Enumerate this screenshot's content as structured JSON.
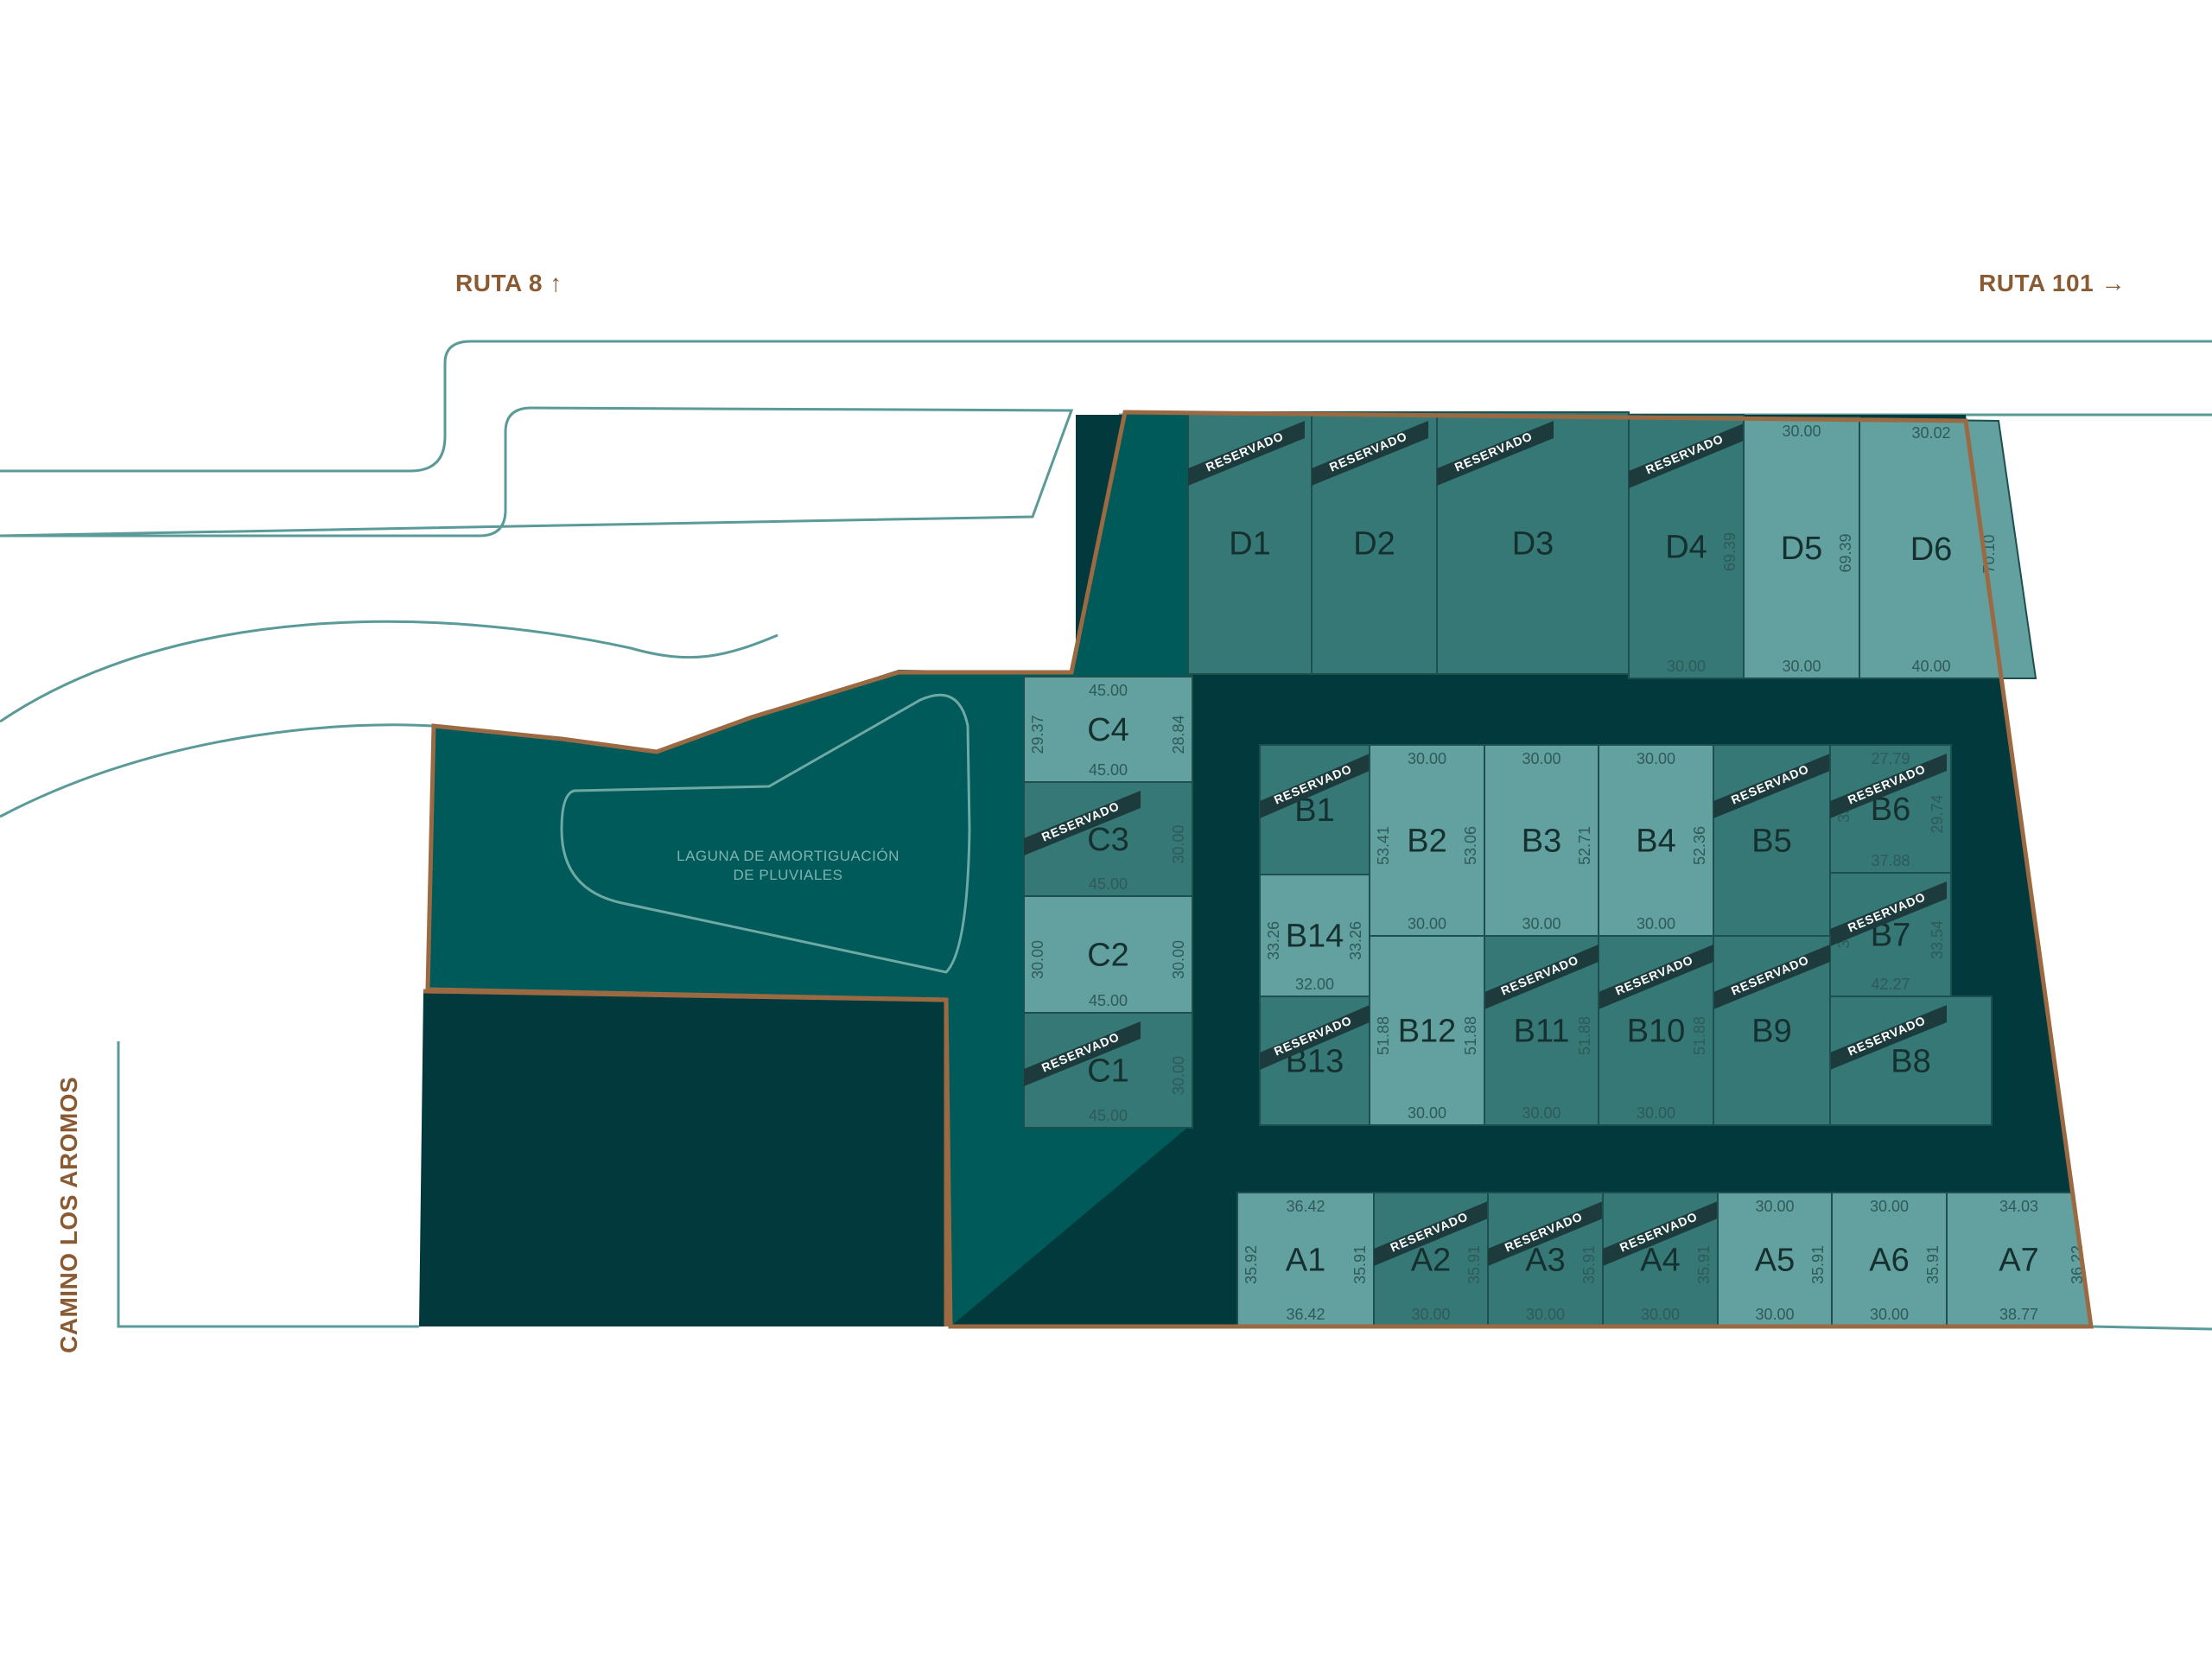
{
  "roads": {
    "ruta8": "RUTA 8",
    "ruta8_arrow": "↑",
    "ruta101": "RUTA 101",
    "ruta101_arrow": "→",
    "camino": "CAMINO LOS AROMOS"
  },
  "lagoon": {
    "line1": "LAGUNA DE AMORTIGUACIÓN",
    "line2": "DE PLUVIALES"
  },
  "reserved_label": "RESERVADO",
  "colors": {
    "available": "#62a19f",
    "reserved": "#357876",
    "common_area": "#005a5a",
    "street": "#02393d",
    "border": "#9b6a42",
    "road_line": "#5a9a98"
  },
  "lots": [
    {
      "id": "D1",
      "reserved": true,
      "dims": [
        "",
        "",
        "",
        ""
      ]
    },
    {
      "id": "D2",
      "reserved": true,
      "dims": [
        "",
        "",
        "",
        ""
      ]
    },
    {
      "id": "D3",
      "reserved": true,
      "dims": [
        "",
        "",
        "",
        ""
      ]
    },
    {
      "id": "D4",
      "reserved": true,
      "dims": [
        "",
        "30.00",
        "",
        "69.39"
      ]
    },
    {
      "id": "D5",
      "reserved": false,
      "dims": [
        "30.00",
        "30.00",
        "",
        "69.39"
      ]
    },
    {
      "id": "D6",
      "reserved": false,
      "dims": [
        "30.02",
        "40.00",
        "",
        "70.10"
      ]
    },
    {
      "id": "C4",
      "reserved": false,
      "dims": [
        "45.00",
        "45.00",
        "29.37",
        "28.84"
      ]
    },
    {
      "id": "C3",
      "reserved": true,
      "dims": [
        "",
        "45.00",
        "",
        "30.00"
      ]
    },
    {
      "id": "C2",
      "reserved": false,
      "dims": [
        "",
        "45.00",
        "30.00",
        "30.00"
      ]
    },
    {
      "id": "C1",
      "reserved": true,
      "dims": [
        "",
        "45.00",
        "",
        "30.00"
      ]
    },
    {
      "id": "B1",
      "reserved": true,
      "dims": [
        "",
        "",
        "",
        ""
      ]
    },
    {
      "id": "B2",
      "reserved": false,
      "dims": [
        "30.00",
        "30.00",
        "53.41",
        "53.06"
      ]
    },
    {
      "id": "B3",
      "reserved": false,
      "dims": [
        "30.00",
        "30.00",
        "",
        "52.71"
      ]
    },
    {
      "id": "B4",
      "reserved": false,
      "dims": [
        "30.00",
        "30.00",
        "",
        "52.36"
      ]
    },
    {
      "id": "B5",
      "reserved": true,
      "dims": [
        "",
        "",
        "",
        ""
      ]
    },
    {
      "id": "B6",
      "reserved": true,
      "dims": [
        "27.79",
        "37.88",
        "35",
        "29.74"
      ]
    },
    {
      "id": "B7",
      "reserved": true,
      "dims": [
        "",
        "42.27",
        "33",
        "33.54"
      ]
    },
    {
      "id": "B8",
      "reserved": true,
      "dims": [
        "",
        "",
        "",
        ""
      ]
    },
    {
      "id": "B9",
      "reserved": true,
      "dims": [
        "",
        "",
        "",
        ""
      ]
    },
    {
      "id": "B10",
      "reserved": true,
      "dims": [
        "",
        "30.00",
        "",
        "51.88"
      ]
    },
    {
      "id": "B11",
      "reserved": true,
      "dims": [
        "",
        "30.00",
        "",
        "51.88"
      ]
    },
    {
      "id": "B12",
      "reserved": false,
      "dims": [
        "",
        "30.00",
        "51.88",
        "51.88"
      ]
    },
    {
      "id": "B13",
      "reserved": true,
      "dims": [
        "",
        "",
        "",
        ""
      ]
    },
    {
      "id": "B14",
      "reserved": false,
      "dims": [
        "",
        "32.00",
        "33.26",
        "33.26"
      ]
    },
    {
      "id": "A1",
      "reserved": false,
      "dims": [
        "36.42",
        "36.42",
        "35.92",
        "35.91"
      ]
    },
    {
      "id": "A2",
      "reserved": true,
      "dims": [
        "",
        "30.00",
        "",
        "35.91"
      ]
    },
    {
      "id": "A3",
      "reserved": true,
      "dims": [
        "",
        "30.00",
        "",
        "35.91"
      ]
    },
    {
      "id": "A4",
      "reserved": true,
      "dims": [
        "",
        "30.00",
        "",
        "35.91"
      ]
    },
    {
      "id": "A5",
      "reserved": false,
      "dims": [
        "30.00",
        "30.00",
        "",
        "35.91"
      ]
    },
    {
      "id": "A6",
      "reserved": false,
      "dims": [
        "30.00",
        "30.00",
        "",
        "35.91"
      ]
    },
    {
      "id": "A7",
      "reserved": false,
      "dims": [
        "34.03",
        "38.77",
        "",
        "36.22"
      ]
    }
  ]
}
